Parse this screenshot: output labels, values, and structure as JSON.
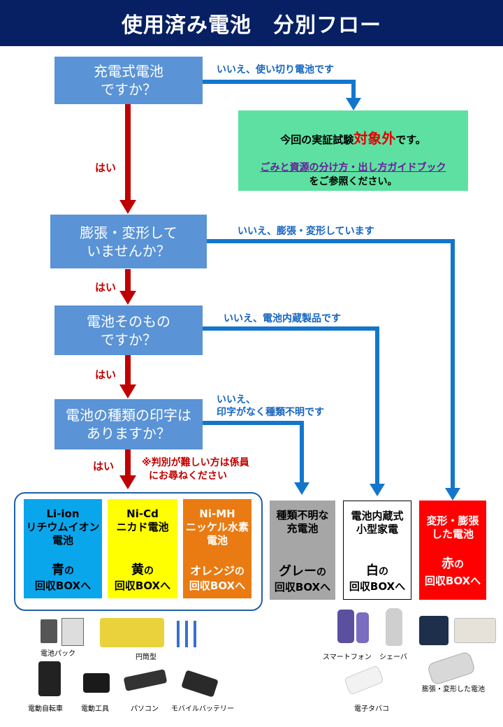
{
  "title": "使用済み電池　分別フロー",
  "questions": [
    {
      "l1": "充電式電池",
      "l2": "ですか？"
    },
    {
      "l1": "膨張・変形して",
      "l2": "いませんか？"
    },
    {
      "l1": "電池そのもの",
      "l2": "ですか？"
    },
    {
      "l1": "電池の種類の印字は",
      "l2": "ありますか？"
    }
  ],
  "yes_label": "はい",
  "no_labels": {
    "q1": "いいえ、使い切り電池です",
    "q2": "いいえ、膨張・変形しています",
    "q3": "いいえ、電池内蔵製品です",
    "q4_l1": "いいえ、",
    "q4_l2": "印字がなく種類不明です"
  },
  "note": {
    "l1": "※判別が難しい方は係員",
    "l2": "にお尋ねください"
  },
  "target_box": {
    "pre": "今回の実証試験",
    "highlight": "対象外",
    "post": "です。",
    "link": "ごみと資源の分け方・出し方ガイドブック",
    "tail": "をご参照ください。"
  },
  "bins": [
    {
      "t1": "Li-ion",
      "t2": "リチウムイオン",
      "t3": "電池",
      "color": "青",
      "suffix": "の",
      "box": "回収BOXへ",
      "bg": "#0AA6EC"
    },
    {
      "t1": "Ni-Cd",
      "t2": "ニカド電池",
      "t3": "",
      "color": "黄",
      "suffix": "の",
      "box": "回収BOXへ",
      "bg": "#FFFF00"
    },
    {
      "t1": "Ni-MH",
      "t2": "ニッケル水素",
      "t3": "電池",
      "color": "オレンジ",
      "suffix": "の",
      "box": "回収BOXへ",
      "bg": "#E97B12"
    },
    {
      "t1": "種類不明な",
      "t2": "充電池",
      "t3": "",
      "color": "グレー",
      "suffix": "の",
      "box": "回収BOXへ",
      "bg": "#A6A6A6"
    },
    {
      "t1": "電池内蔵式",
      "t2": "小型家電",
      "t3": "",
      "color": "白",
      "suffix": "の",
      "box": "回収BOXへ",
      "bg": "#FFFFFF"
    },
    {
      "t1": "変形・膨張",
      "t2": "した電池",
      "t3": "",
      "color": "赤",
      "suffix": "の",
      "box": "回収BOXへ",
      "bg": "#FF0000"
    }
  ],
  "captions": {
    "pack": "電池パック",
    "cyl": "円筒型",
    "ebike": "電動自転車",
    "tool": "電動工具",
    "pc": "パソコン",
    "mobile": "モバイルバッテリー",
    "phone": "スマートフォン",
    "shaver": "シェーバ",
    "ecig": "電子タバコ",
    "swollen": "膨張・変形した電池"
  },
  "colors": {
    "header": "#062063",
    "question": "#5A93D6",
    "yes_arrow": "#C00000",
    "no_arrow": "#1376CC",
    "target": "#5EE0A2"
  }
}
